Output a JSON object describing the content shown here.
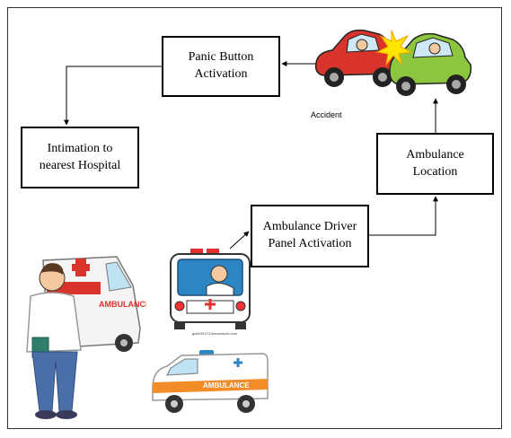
{
  "boxes": {
    "panic": "Panic Button\nActivation",
    "intimation": "Intimation to\nnearest Hospital",
    "location": "Ambulance\nLocation",
    "driver": "Ambulance Driver\nPanel Activation"
  },
  "labels": {
    "accident": "Accident",
    "ambulance_url": "gwd091371dreamstock.com",
    "ambulance_side": "AMBULANCE",
    "van_side": "AMBULANCE"
  },
  "icons": [
    "car-crash-illustration",
    "doctor-with-ambulance-illustration",
    "ambulance-front-illustration",
    "ambulance-van-illustration"
  ],
  "colors": {
    "box_border": "#000000",
    "line": "#000000",
    "ambulance_orange": "#f28c28",
    "crash_red": "#d9342b",
    "crash_green": "#8cc63f"
  }
}
